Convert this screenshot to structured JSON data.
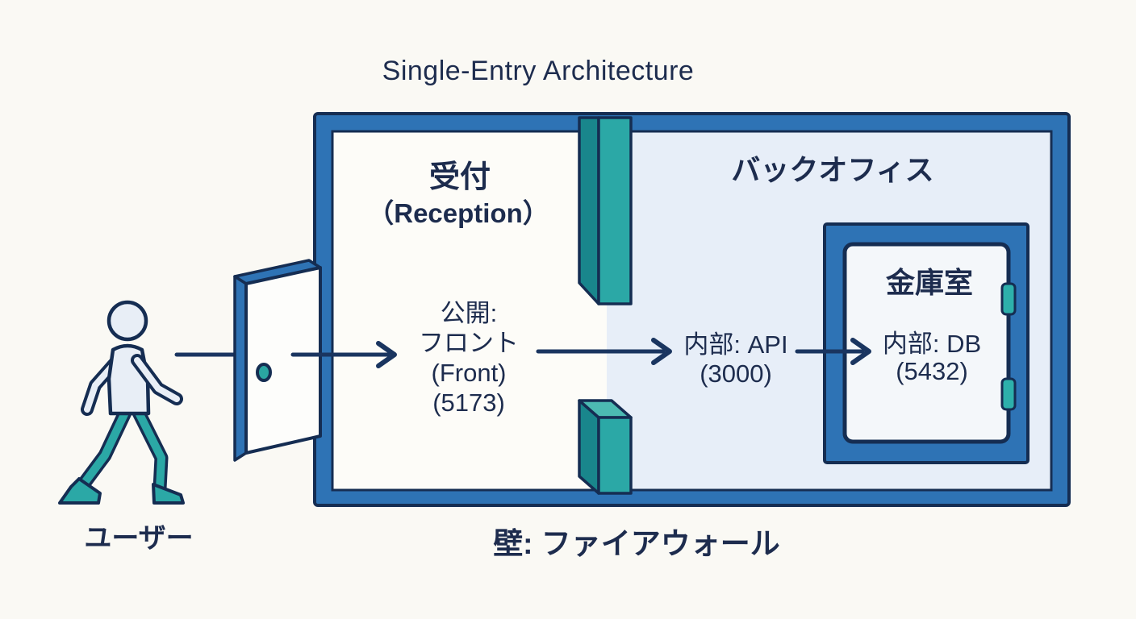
{
  "title": "Single-Entry Architecture",
  "rooms": {
    "reception": {
      "name_ja": "受付",
      "name_en": "（Reception）",
      "service": [
        "公開:",
        "フロント",
        "(Front)",
        "(5173)"
      ]
    },
    "backoffice": {
      "name_ja": "バックオフィス",
      "api": [
        "内部: API",
        "(3000)"
      ]
    },
    "vault": {
      "name_ja": "金庫室",
      "db": [
        "内部: DB",
        "(5432)"
      ]
    }
  },
  "labels": {
    "user": "ユーザー",
    "firewall": "壁: ファイアウォール"
  },
  "colors": {
    "wall_blue": "#2e73b5",
    "teal": "#2ba8a6",
    "teal_dark": "#19868c",
    "teal_light": "#4cbab2",
    "navy": "#152d52",
    "backoffice_bg": "#e7eef8",
    "reception_bg": "#fdfcf8"
  }
}
